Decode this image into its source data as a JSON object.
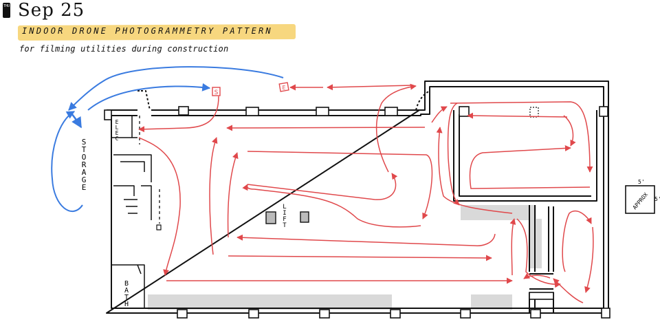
{
  "header": {
    "day_badge": "THU",
    "date": "Sep 25",
    "title": "INDOOR DRONE PHOTOGRAMMETRY PATTERN",
    "subtitle": "for filming utilities during construction"
  },
  "markers": {
    "start": "S",
    "end": "E"
  },
  "rooms": {
    "storage": "STORAGE",
    "elec": "ELEC",
    "lift": "LIFT",
    "bath": "BATH"
  },
  "outbuilding": {
    "label": "APPROX",
    "dim_top": "5'",
    "dim_side": "5'"
  },
  "colors": {
    "flight_path": "#e0484b",
    "storage_path": "#3a7be0",
    "walls": "#111111",
    "highlight": "#f7d77f",
    "shade": "#d6d6d6"
  }
}
